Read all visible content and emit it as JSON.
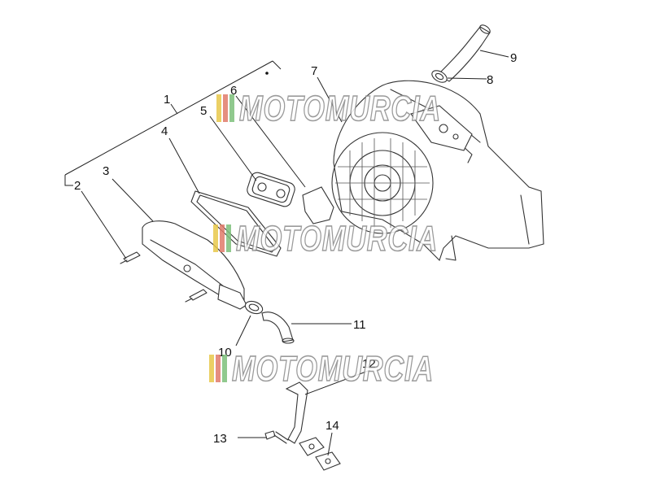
{
  "diagram": {
    "callouts": [
      {
        "number": "1"
      },
      {
        "number": "2"
      },
      {
        "number": "3"
      },
      {
        "number": "4"
      },
      {
        "number": "5"
      },
      {
        "number": "6"
      },
      {
        "number": "7"
      },
      {
        "number": "8"
      },
      {
        "number": "9"
      },
      {
        "number": "10"
      },
      {
        "number": "11"
      },
      {
        "number": "12"
      },
      {
        "number": "13"
      },
      {
        "number": "14"
      }
    ]
  },
  "watermark": {
    "text": "MOTOMURCIA",
    "stripe_colors": [
      "#e8c84a",
      "#e07a6a",
      "#7cbf7a"
    ]
  }
}
